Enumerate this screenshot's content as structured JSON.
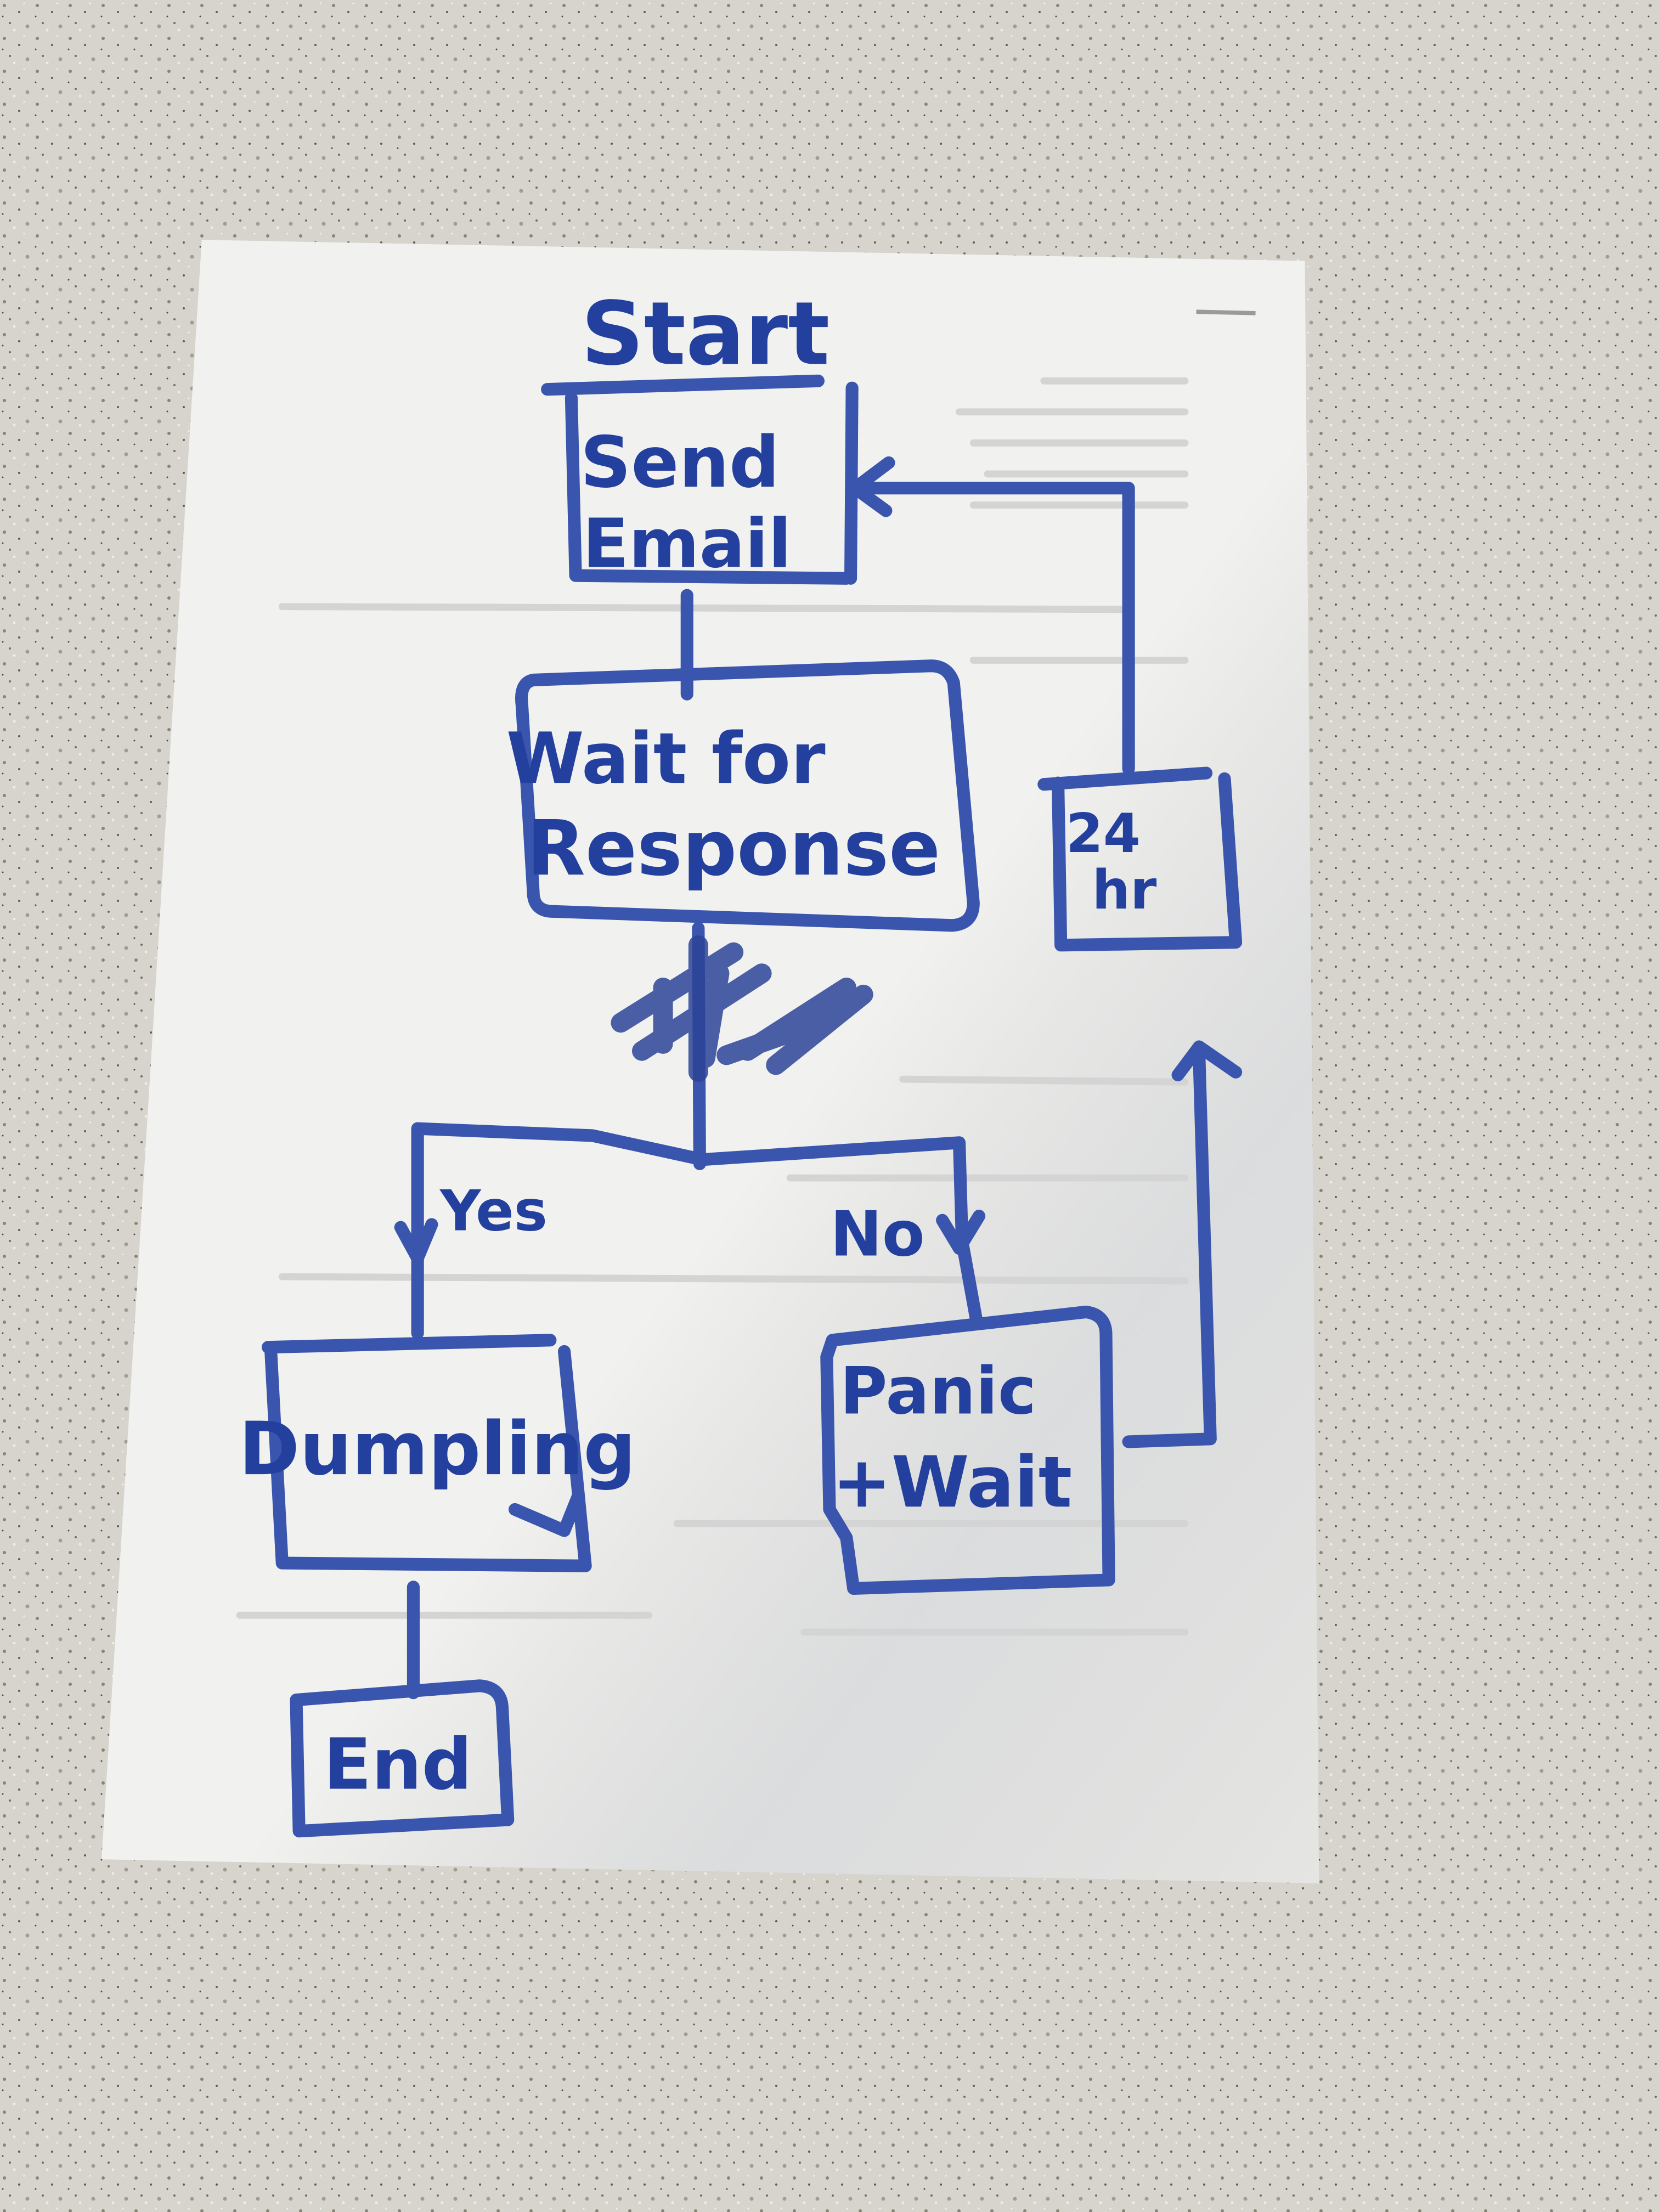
{
  "colors": {
    "ink": "#3a55ad",
    "paper": "#f1f1ef",
    "countertop": "#d6d4cc"
  },
  "flowchart": {
    "start": "Start",
    "send_email": [
      "Send",
      "Email"
    ],
    "wait_for_response": [
      "Wait for",
      "Response"
    ],
    "branch_yes": "Yes",
    "branch_no": "No",
    "dumpling": "Dumpling",
    "end": "End",
    "panic_wait": [
      "Panic",
      "+Wait"
    ],
    "delay": [
      "24",
      "hr"
    ]
  }
}
